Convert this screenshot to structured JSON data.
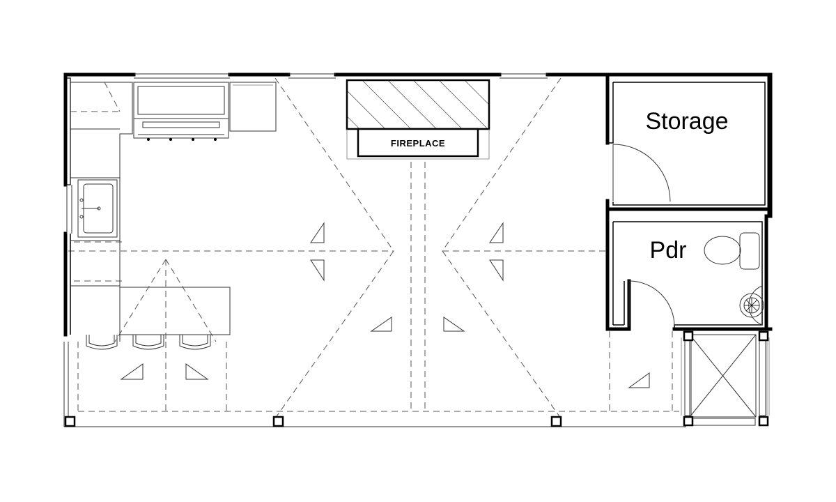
{
  "rooms": {
    "storage": {
      "label": "Storage"
    },
    "powder": {
      "label": "Pdr"
    }
  },
  "fixtures": {
    "fireplace": {
      "label": "FIREPLACE"
    }
  },
  "colors": {
    "ink": "#000000",
    "background": "#ffffff"
  }
}
